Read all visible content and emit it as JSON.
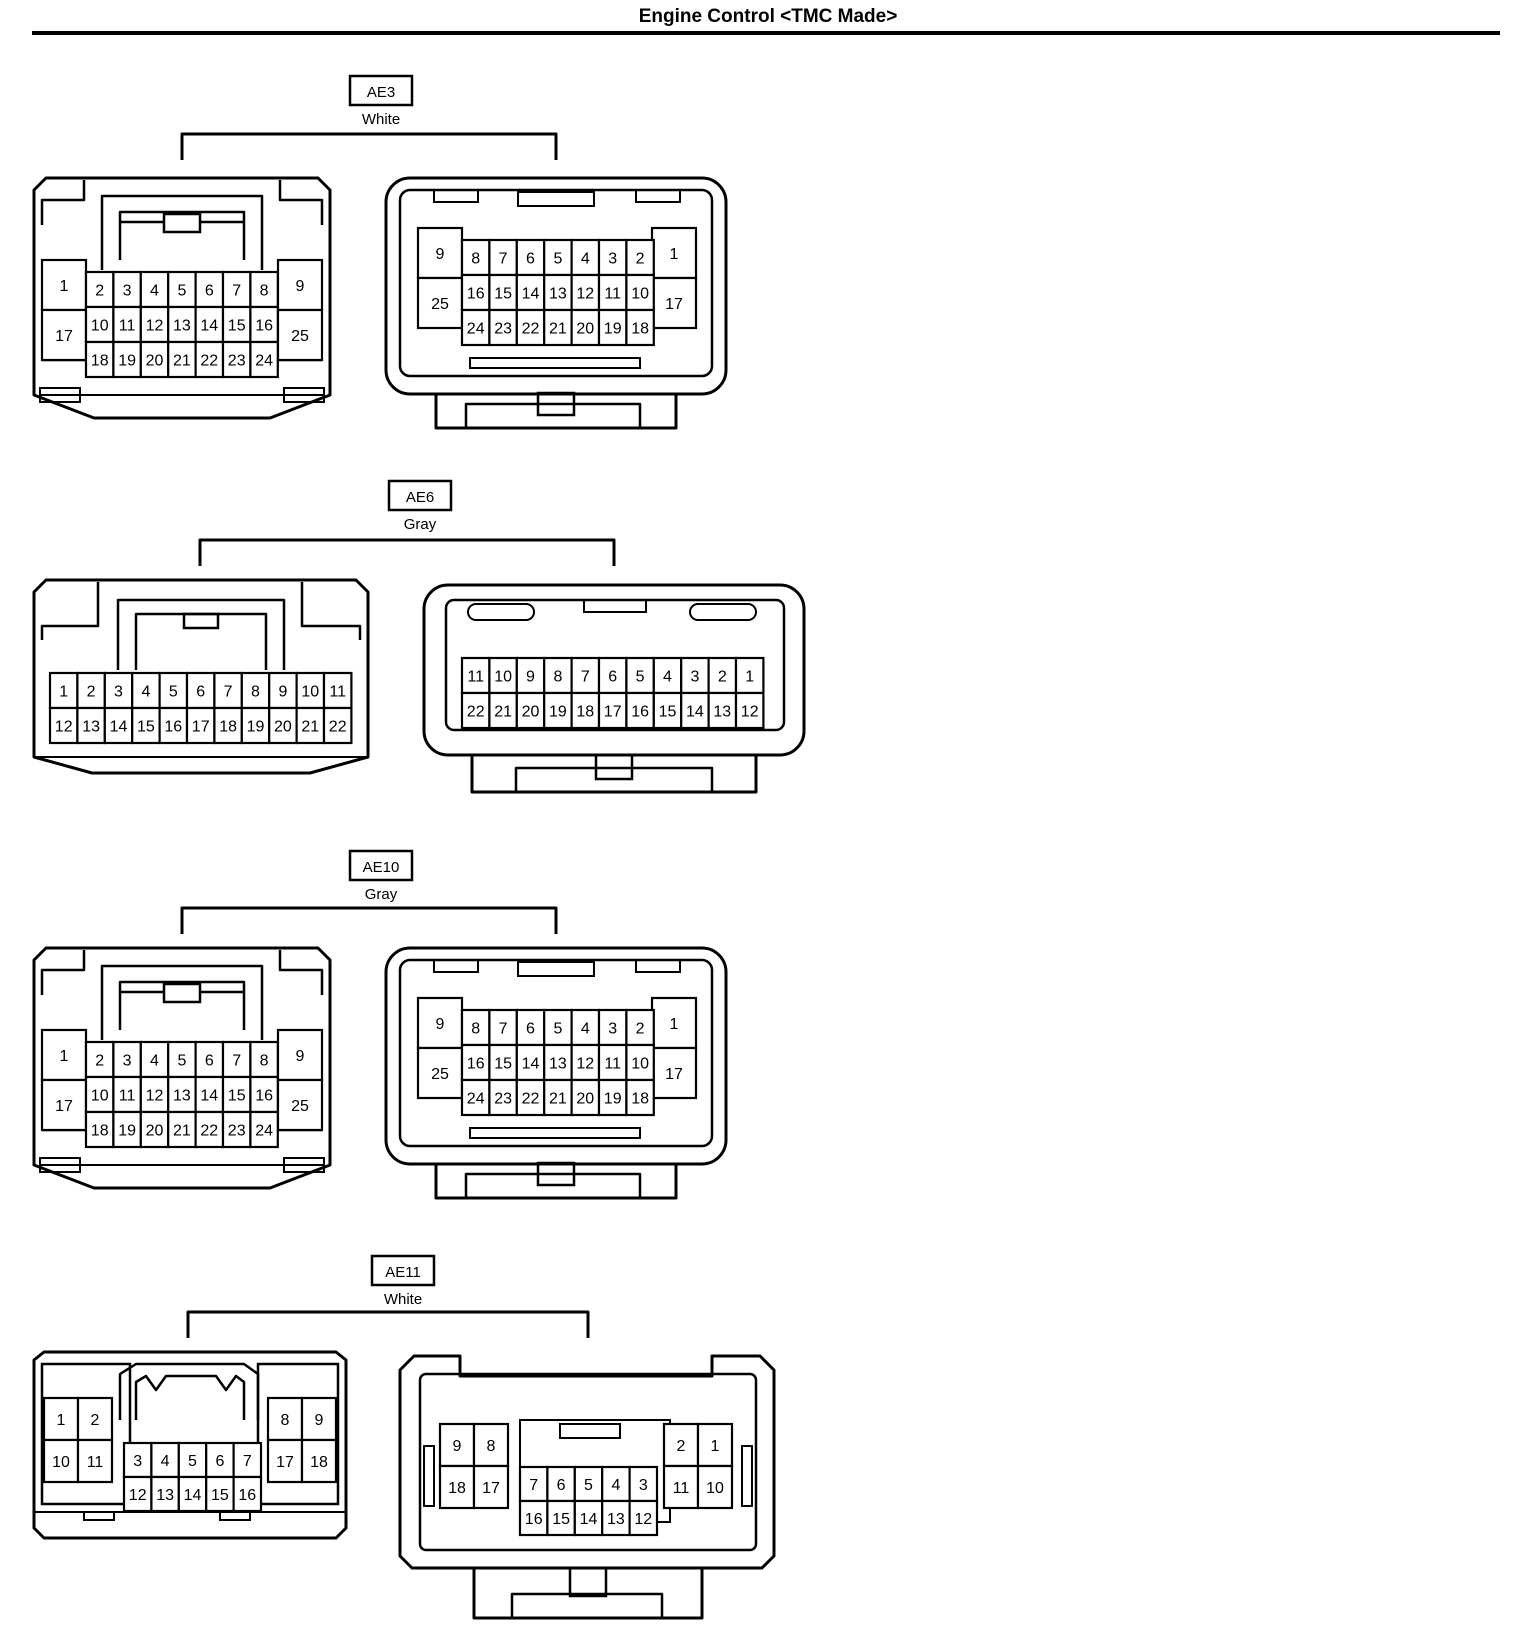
{
  "page": {
    "title": "Engine Control <TMC Made>"
  },
  "connectors": [
    {
      "id": "AE3",
      "color": "White",
      "left_view": {
        "rows": [
          [
            "1",
            "2",
            "3",
            "4",
            "5",
            "6",
            "7",
            "8",
            "9"
          ],
          [
            "17",
            "10",
            "11",
            "12",
            "13",
            "14",
            "15",
            "16",
            "25"
          ],
          [
            "18",
            "19",
            "20",
            "21",
            "22",
            "23",
            "24"
          ]
        ]
      },
      "right_view": {
        "rows": [
          [
            "9",
            "8",
            "7",
            "6",
            "5",
            "4",
            "3",
            "2",
            "1"
          ],
          [
            "25",
            "16",
            "15",
            "14",
            "13",
            "12",
            "11",
            "10",
            "17"
          ],
          [
            "24",
            "23",
            "22",
            "21",
            "20",
            "19",
            "18"
          ]
        ]
      }
    },
    {
      "id": "AE6",
      "color": "Gray",
      "left_view": {
        "rows": [
          [
            "1",
            "2",
            "3",
            "4",
            "5",
            "6",
            "7",
            "8",
            "9",
            "10",
            "11"
          ],
          [
            "12",
            "13",
            "14",
            "15",
            "16",
            "17",
            "18",
            "19",
            "20",
            "21",
            "22"
          ]
        ]
      },
      "right_view": {
        "rows": [
          [
            "11",
            "10",
            "9",
            "8",
            "7",
            "6",
            "5",
            "4",
            "3",
            "2",
            "1"
          ],
          [
            "22",
            "21",
            "20",
            "19",
            "18",
            "17",
            "16",
            "15",
            "14",
            "13",
            "12"
          ]
        ]
      }
    },
    {
      "id": "AE10",
      "color": "Gray",
      "left_view": {
        "rows": [
          [
            "1",
            "2",
            "3",
            "4",
            "5",
            "6",
            "7",
            "8",
            "9"
          ],
          [
            "17",
            "10",
            "11",
            "12",
            "13",
            "14",
            "15",
            "16",
            "25"
          ],
          [
            "18",
            "19",
            "20",
            "21",
            "22",
            "23",
            "24"
          ]
        ]
      },
      "right_view": {
        "rows": [
          [
            "9",
            "8",
            "7",
            "6",
            "5",
            "4",
            "3",
            "2",
            "1"
          ],
          [
            "25",
            "16",
            "15",
            "14",
            "13",
            "12",
            "11",
            "10",
            "17"
          ],
          [
            "24",
            "23",
            "22",
            "21",
            "20",
            "19",
            "18"
          ]
        ]
      }
    },
    {
      "id": "AE11",
      "color": "White",
      "left_view": {
        "rows": [
          [
            "1",
            "2",
            "8",
            "9"
          ],
          [
            "10",
            "11",
            "17",
            "18"
          ],
          [
            "3",
            "4",
            "5",
            "6",
            "7"
          ],
          [
            "12",
            "13",
            "14",
            "15",
            "16"
          ]
        ]
      },
      "right_view": {
        "rows": [
          [
            "9",
            "8",
            "2",
            "1"
          ],
          [
            "18",
            "17",
            "11",
            "10"
          ],
          [
            "7",
            "6",
            "5",
            "4",
            "3"
          ],
          [
            "16",
            "15",
            "14",
            "13",
            "12"
          ]
        ]
      }
    }
  ]
}
